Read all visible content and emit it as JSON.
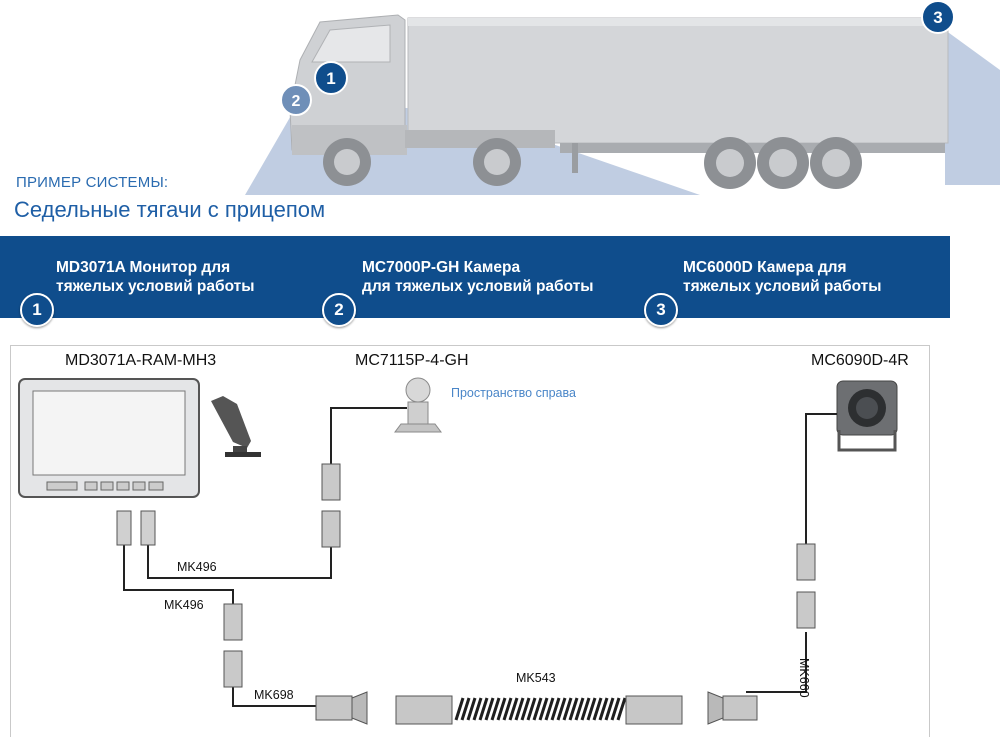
{
  "example": {
    "label": "ПРИМЕР СИСТЕМЫ:",
    "title": "Седельные тягачи с прицепом"
  },
  "callouts": [
    "1",
    "2",
    "3"
  ],
  "products": [
    {
      "number": "1",
      "line1": "MD3071A Монитор для",
      "line2": "тяжелых условий работы"
    },
    {
      "number": "2",
      "line1": "MC7000P-GH Камера",
      "line2": "для тяжелых условий работы"
    },
    {
      "number": "3",
      "line1": "MC6000D Камера для",
      "line2": "тяжелых условий работы"
    }
  ],
  "diagram": {
    "monitor_label": "MD3071A-RAM-MH3",
    "camera1_label": "MC7115P-4-GH",
    "camera1_note": "Пространство справа",
    "camera2_label": "MC6090D-4R",
    "cable_mk496_a": "MK496",
    "cable_mk496_b": "MK496",
    "cable_mk698": "MK698",
    "cable_mk543": "MK543",
    "cable_mk660": "MK660"
  },
  "colors": {
    "band": "#0f4d8c",
    "accent_text": "#1f5fa6",
    "note_text": "#4a86c8",
    "view_cone": "#b9c8df"
  }
}
